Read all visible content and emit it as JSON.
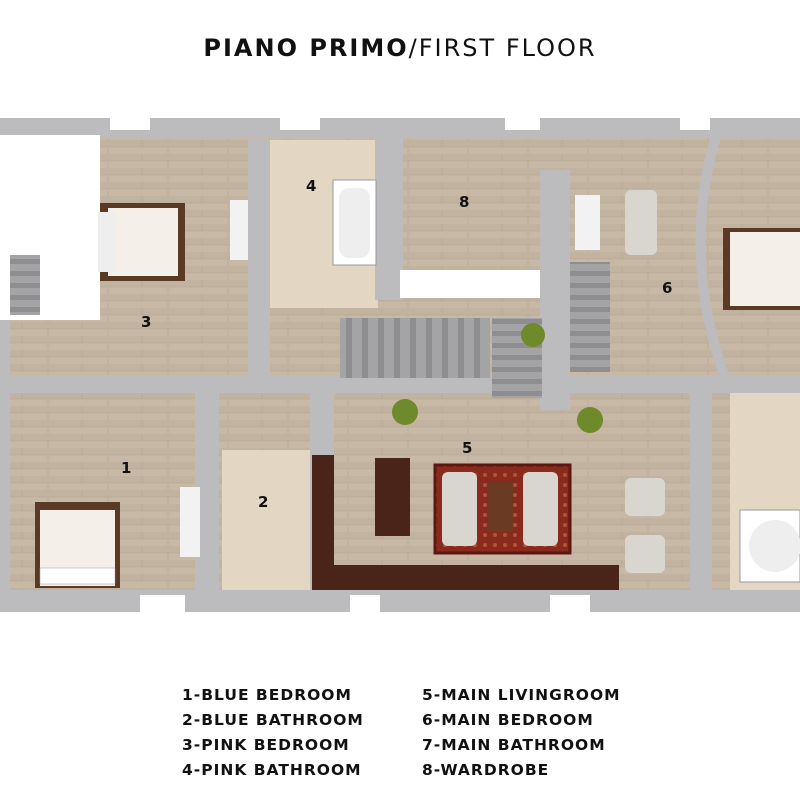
{
  "title": {
    "bold": "PIANO PRIMO",
    "separator": "/",
    "normal": "FIRST FLOOR"
  },
  "room_numbers": [
    "1",
    "2",
    "3",
    "4",
    "5",
    "6",
    "8"
  ],
  "legend": {
    "left": [
      "1-BLUE BEDROOM",
      "2-BLUE BATHROOM",
      "3-PINK BEDROOM",
      "4-PINK BATHROOM"
    ],
    "right": [
      "5-MAIN LIVINGROOM",
      "6-MAIN BEDROOM",
      "7-MAIN BATHROOM",
      "8-WARDROBE"
    ]
  },
  "colors": {
    "wood": "#c7b8a6",
    "wall": "#b9b9bb",
    "marble": "#e4d7c4",
    "stairs": "#8f8f92",
    "dark_wood": "#4a2418",
    "rug": "#8c2a1c"
  }
}
